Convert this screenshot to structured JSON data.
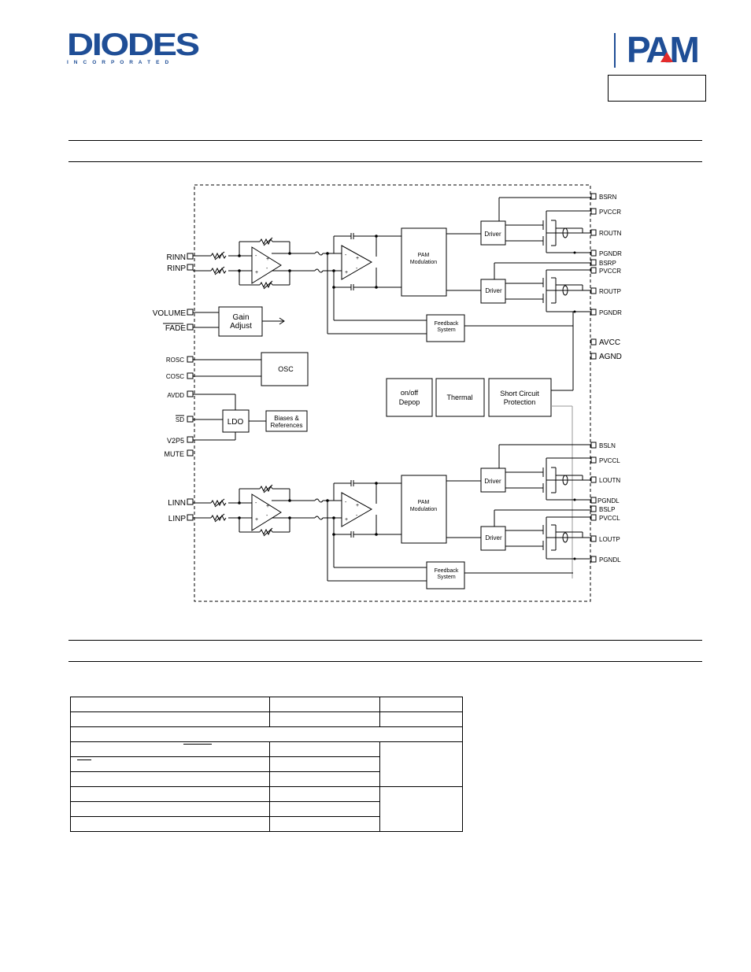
{
  "header": {
    "logo_left": {
      "text": "DIODES",
      "subtext": "I N C O R P O R A T E D",
      "color": "#1f4e96"
    },
    "logo_right": {
      "text": "PAM",
      "color": "#1f4e96",
      "accent": "#e32b2b"
    }
  },
  "diagram": {
    "left_pins": {
      "rinn": "RINN",
      "rinp": "RINP",
      "volume": "VOLUME",
      "fade": "FADE",
      "rosc": "ROSC",
      "cosc": "COSC",
      "avdd": "AVDD",
      "sd": "SD",
      "v2p5": "V2P5",
      "mute": "MUTE",
      "linn": "LINN",
      "linp": "LINP"
    },
    "right_pins": {
      "bsrn": "BSRN",
      "pvccr1": "PVCCR",
      "routn": "ROUTN",
      "pgndr1": "PGNDR",
      "bsrp": "BSRP",
      "pvccr2": "PVCCR",
      "routp": "ROUTP",
      "pgndr2": "PGNDR",
      "avcc": "AVCC",
      "agnd": "AGND",
      "bsln": "BSLN",
      "pvccl1": "PVCCL",
      "loutn": "LOUTN",
      "pgndl1": "PGNDL",
      "bslp": "BSLP",
      "pvccl2": "PVCCL",
      "loutp": "LOUTP",
      "pgndl2": "PGNDL"
    },
    "blocks": {
      "gain_adjust": [
        "Gain",
        "Adjust"
      ],
      "osc": "OSC",
      "ldo": "LDO",
      "biases": [
        "Biases &",
        "References"
      ],
      "onoff": [
        "on/off",
        "Depop"
      ],
      "thermal": "Thermal",
      "short_circuit": [
        "Short Circuit",
        "Protection"
      ],
      "pam_modulation": [
        "PAM",
        "Modulation"
      ],
      "feedback": [
        "Feedback",
        "System"
      ],
      "driver": "Driver"
    }
  }
}
